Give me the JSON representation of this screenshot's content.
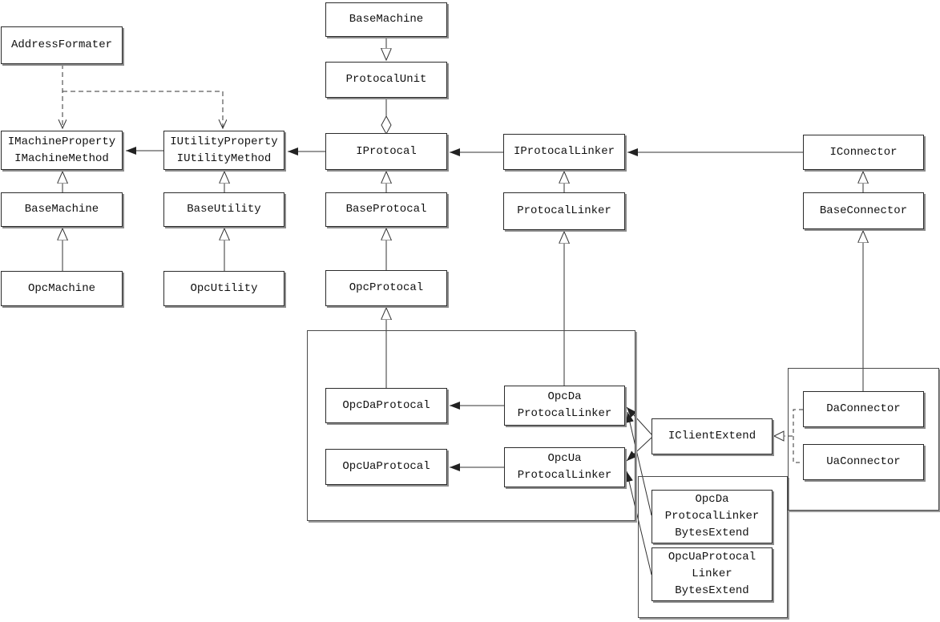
{
  "diagram": {
    "type": "uml-class-diagram",
    "colors": {
      "background": "#ffffff",
      "line": "#333333",
      "box_border": "#2b2b2b",
      "box_shadow": "#8c8c8c",
      "text": "#111111"
    },
    "nodes": {
      "address_formater": {
        "label": "AddressFormater"
      },
      "imachine_interface": {
        "label": "IMachineProperty\nIMachineMethod"
      },
      "iutility_interface": {
        "label": "IUtilityProperty\nIUtilityMethod"
      },
      "base_machine_left": {
        "label": "BaseMachine"
      },
      "base_utility": {
        "label": "BaseUtility"
      },
      "opc_machine": {
        "label": "OpcMachine"
      },
      "opc_utility": {
        "label": "OpcUtility"
      },
      "base_machine_top": {
        "label": "BaseMachine"
      },
      "protocal_unit": {
        "label": "ProtocalUnit"
      },
      "iprotocal": {
        "label": "IProtocal"
      },
      "base_protocal": {
        "label": "BaseProtocal"
      },
      "opc_protocal": {
        "label": "OpcProtocal"
      },
      "iprotocal_linker": {
        "label": "IProtocalLinker"
      },
      "protocal_linker": {
        "label": "ProtocalLinker"
      },
      "opcda_protocal": {
        "label": "OpcDaProtocal"
      },
      "opcua_protocal": {
        "label": "OpcUaProtocal"
      },
      "opcda_protocal_linker": {
        "label": "OpcDa\nProtocalLinker"
      },
      "opcua_protocal_linker": {
        "label": "OpcUa\nProtocalLinker"
      },
      "iclient_extend": {
        "label": "IClientExtend"
      },
      "iconnector": {
        "label": "IConnector"
      },
      "base_connector": {
        "label": "BaseConnector"
      },
      "da_connector": {
        "label": "DaConnector"
      },
      "ua_connector": {
        "label": "UaConnector"
      },
      "opcda_linker_bytes_extend": {
        "label": "OpcDa\nProtocalLinker\nBytesExtend"
      },
      "opcua_linker_bytes_extend": {
        "label": "OpcUaProtocal\nLinker\nBytesExtend"
      }
    },
    "relationships": [
      {
        "from": "AddressFormater",
        "to": "IMachineProperty/IMachineMethod",
        "type": "dependency-dashed"
      },
      {
        "from": "AddressFormater",
        "to": "IUtilityProperty/IUtilityMethod",
        "type": "dependency-dashed"
      },
      {
        "from": "IUtilityProperty/IUtilityMethod",
        "to": "IMachineProperty/IMachineMethod",
        "type": "association"
      },
      {
        "from": "IProtocal",
        "to": "IUtilityProperty/IUtilityMethod",
        "type": "association"
      },
      {
        "from": "IProtocalLinker",
        "to": "IProtocal",
        "type": "association"
      },
      {
        "from": "IConnector",
        "to": "IProtocalLinker",
        "type": "association"
      },
      {
        "from": "BaseMachine",
        "to": "ProtocalUnit",
        "type": "directed-inheritance-down"
      },
      {
        "from": "ProtocalUnit",
        "to": "IProtocal",
        "type": "aggregation"
      },
      {
        "from": "BaseMachine",
        "to": "IMachineProperty/IMachineMethod",
        "type": "generalization"
      },
      {
        "from": "OpcMachine",
        "to": "BaseMachine",
        "type": "generalization"
      },
      {
        "from": "BaseUtility",
        "to": "IUtilityProperty/IUtilityMethod",
        "type": "generalization"
      },
      {
        "from": "OpcUtility",
        "to": "BaseUtility",
        "type": "generalization"
      },
      {
        "from": "BaseProtocal",
        "to": "IProtocal",
        "type": "generalization"
      },
      {
        "from": "OpcProtocal",
        "to": "BaseProtocal",
        "type": "generalization"
      },
      {
        "from": "OpcDaProtocal",
        "to": "OpcProtocal",
        "type": "generalization"
      },
      {
        "from": "ProtocalLinker",
        "to": "IProtocalLinker",
        "type": "generalization"
      },
      {
        "from": "OpcDa ProtocalLinker",
        "to": "ProtocalLinker",
        "type": "generalization"
      },
      {
        "from": "BaseConnector",
        "to": "IConnector",
        "type": "generalization"
      },
      {
        "from": "DaConnector",
        "to": "BaseConnector",
        "type": "generalization"
      },
      {
        "from": "OpcDa ProtocalLinker",
        "to": "OpcDaProtocal",
        "type": "association"
      },
      {
        "from": "OpcUa ProtocalLinker",
        "to": "OpcUaProtocal",
        "type": "association"
      },
      {
        "from": "IClientExtend",
        "to": "OpcDa ProtocalLinker",
        "type": "association"
      },
      {
        "from": "IClientExtend",
        "to": "OpcUa ProtocalLinker",
        "type": "association"
      },
      {
        "from": "OpcDaProtocalLinkerBytesExtend",
        "to": "OpcDa ProtocalLinker",
        "type": "association"
      },
      {
        "from": "OpcUaProtocalLinkerBytesExtend",
        "to": "OpcUa ProtocalLinker",
        "type": "association"
      },
      {
        "from": "DaConnector",
        "to": "IClientExtend",
        "type": "realization-dashed"
      },
      {
        "from": "UaConnector",
        "to": "IClientExtend",
        "type": "realization-dashed"
      }
    ]
  }
}
